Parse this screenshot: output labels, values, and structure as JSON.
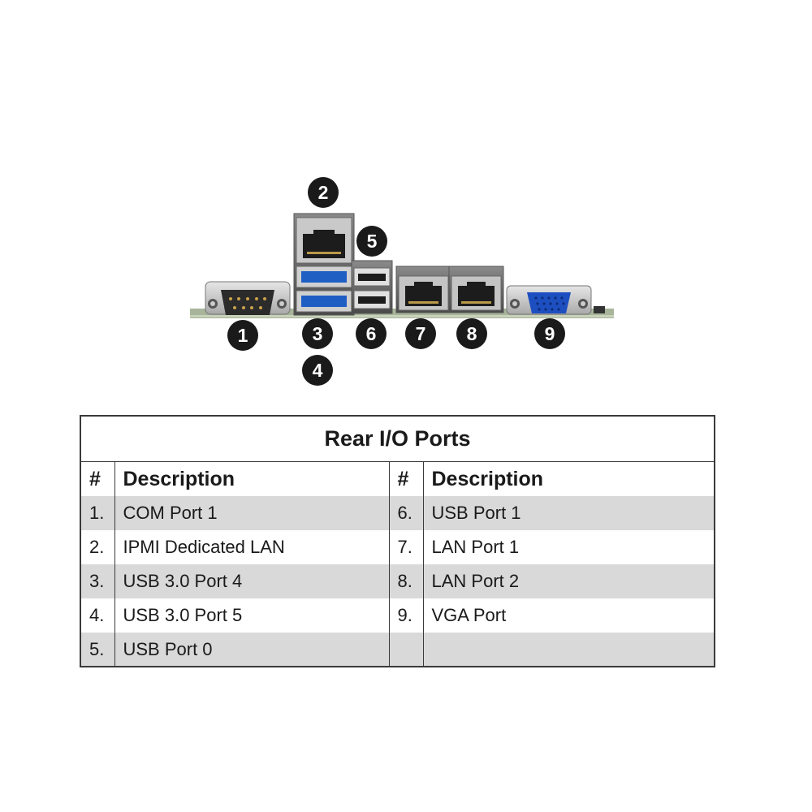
{
  "callouts": {
    "c1": "1",
    "c2": "2",
    "c3": "3",
    "c4": "4",
    "c5": "5",
    "c6": "6",
    "c7": "7",
    "c8": "8",
    "c9": "9"
  },
  "table": {
    "title": "Rear I/O Ports",
    "headers": {
      "num": "#",
      "desc": "Description"
    },
    "rows": [
      {
        "ln": "1.",
        "ld": "COM Port 1",
        "rn": "6.",
        "rd": "USB Port 1"
      },
      {
        "ln": "2.",
        "ld": "IPMI Dedicated LAN",
        "rn": "7.",
        "rd": "LAN Port 1"
      },
      {
        "ln": "3.",
        "ld": "USB 3.0 Port 4",
        "rn": "8.",
        "rd": "LAN Port 2"
      },
      {
        "ln": "4.",
        "ld": "USB 3.0 Port 5",
        "rn": "9.",
        "rd": "VGA Port"
      },
      {
        "ln": "5.",
        "ld": "USB Port 0",
        "rn": "",
        "rd": ""
      }
    ]
  },
  "colors": {
    "callout": "#1a1a1a",
    "usb3_blue": "#1f5fc4",
    "vga_blue": "#1e4fc0",
    "board_green": "#a8b59a",
    "row_shade": "#d9d9d9"
  }
}
